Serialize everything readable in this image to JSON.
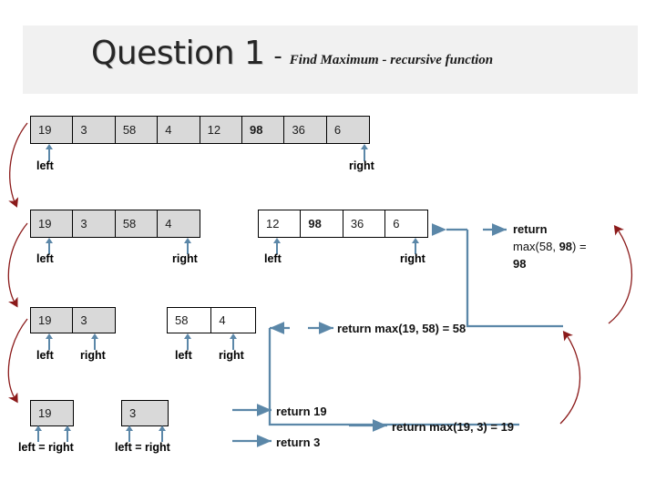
{
  "header": {
    "title_main": "Question 1",
    "dash": "-",
    "title_sub": "Find Maximum - recursive function"
  },
  "labels": {
    "left": "left",
    "right": "right",
    "left_eq_right": "left = right"
  },
  "levels": [
    {
      "name": "level-0",
      "arrays": [
        {
          "name": "array-full",
          "fill": "gray",
          "values": [
            "19",
            "3",
            "58",
            "4",
            "12",
            "98",
            "36",
            "6"
          ],
          "bold_index": 5,
          "left_label": "left",
          "right_label": "right"
        }
      ]
    },
    {
      "name": "level-1",
      "arrays": [
        {
          "name": "array-left-half",
          "fill": "gray",
          "values": [
            "19",
            "3",
            "58",
            "4"
          ],
          "bold_index": -1,
          "left_label": "left",
          "right_label": "right"
        },
        {
          "name": "array-right-half",
          "fill": "white",
          "values": [
            "12",
            "98",
            "36",
            "6"
          ],
          "bold_index": 1,
          "left_label": "left",
          "right_label": "right"
        }
      ]
    },
    {
      "name": "level-2",
      "arrays": [
        {
          "name": "array-19-3",
          "fill": "gray",
          "values": [
            "19",
            "3"
          ],
          "bold_index": -1,
          "left_label": "left",
          "right_label": "right"
        },
        {
          "name": "array-58-4",
          "fill": "white",
          "values": [
            "58",
            "4"
          ],
          "bold_index": -1,
          "left_label": "left",
          "right_label": "right"
        }
      ]
    },
    {
      "name": "level-3",
      "arrays": [
        {
          "name": "array-19",
          "fill": "gray",
          "values": [
            "19"
          ],
          "bold_index": -1,
          "left_label": "left = right",
          "right_label": ""
        },
        {
          "name": "array-3",
          "fill": "gray",
          "values": [
            "3"
          ],
          "bold_index": -1,
          "left_label": "left = right",
          "right_label": ""
        }
      ]
    }
  ],
  "returns": {
    "top_line1": "return",
    "top_line2_pre": "max(58, ",
    "top_line2_bold": "98",
    "top_line2_post": ") =",
    "top_line3": "98",
    "mid": "return max(19, 58) = 58",
    "bottom_19": "return 19",
    "bottom_3": "return 3",
    "bottom_max": "return max(19, 3) = 19"
  },
  "colors": {
    "cell_gray": "#d9d9d9",
    "cell_border": "#000000",
    "connector_blue": "#5b87a8",
    "recurse_arrow_red": "#8b1a1a",
    "header_band": "#f1f1f1"
  }
}
